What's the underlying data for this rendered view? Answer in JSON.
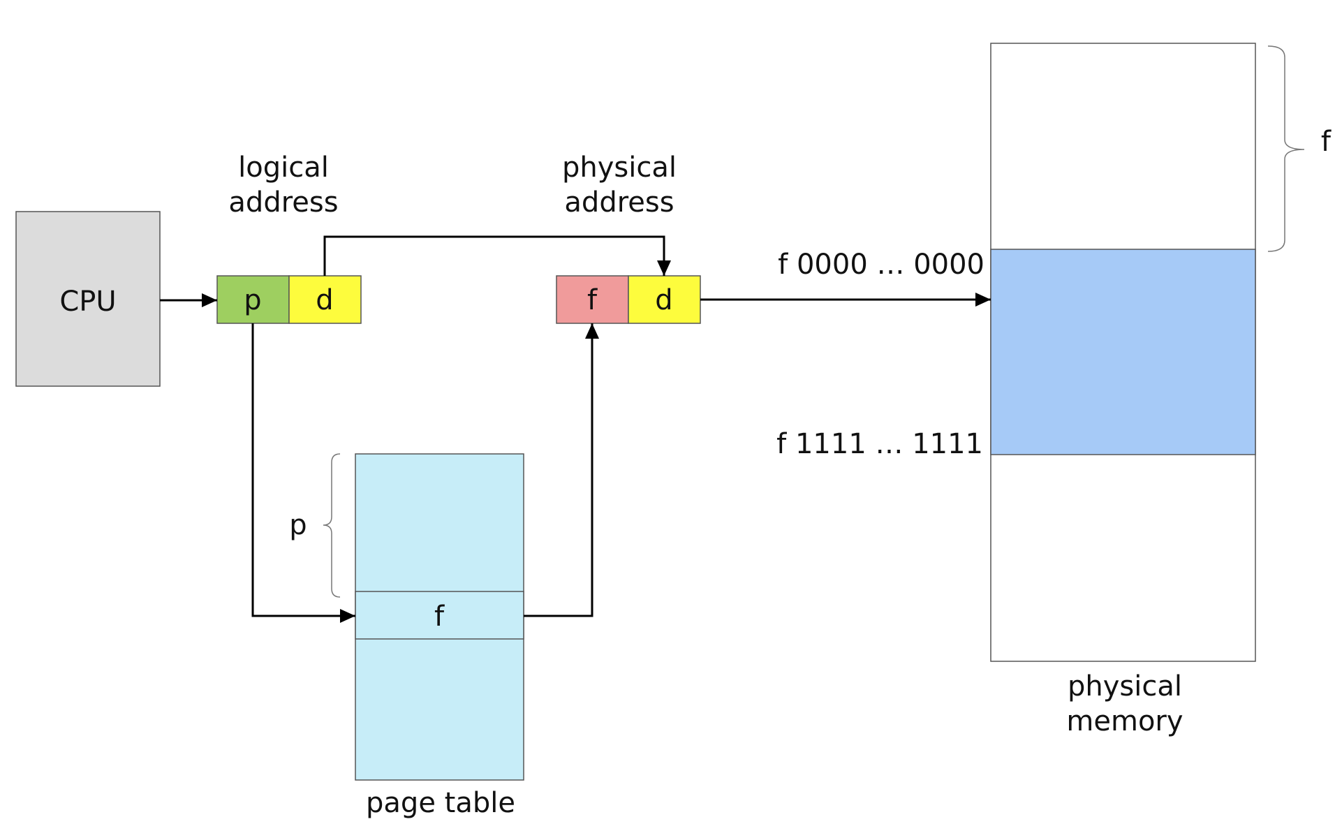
{
  "diagram": {
    "cpu": {
      "label": "CPU",
      "fill": "#dcdcdc"
    },
    "logical_address": {
      "caption_line1": "logical",
      "caption_line2": "address",
      "page_field": {
        "label": "p",
        "fill": "#9ecf60"
      },
      "offset_field": {
        "label": "d",
        "fill": "#fdfc3d"
      }
    },
    "physical_address": {
      "caption_line1": "physical",
      "caption_line2": "address",
      "frame_field": {
        "label": "f",
        "fill": "#f09b9b"
      },
      "offset_field": {
        "label": "d",
        "fill": "#fdfc3d"
      }
    },
    "page_table": {
      "caption": "page table",
      "fill": "#c7edf8",
      "entry_label": "f",
      "index_brace_label": "p"
    },
    "physical_memory": {
      "caption_line1": "physical",
      "caption_line2": "memory",
      "frame_fill": "#a6caf7",
      "frame_start_label": "f 0000 … 0000",
      "frame_end_label": "f 1111 … 1111",
      "frames_brace_label": "f"
    }
  }
}
